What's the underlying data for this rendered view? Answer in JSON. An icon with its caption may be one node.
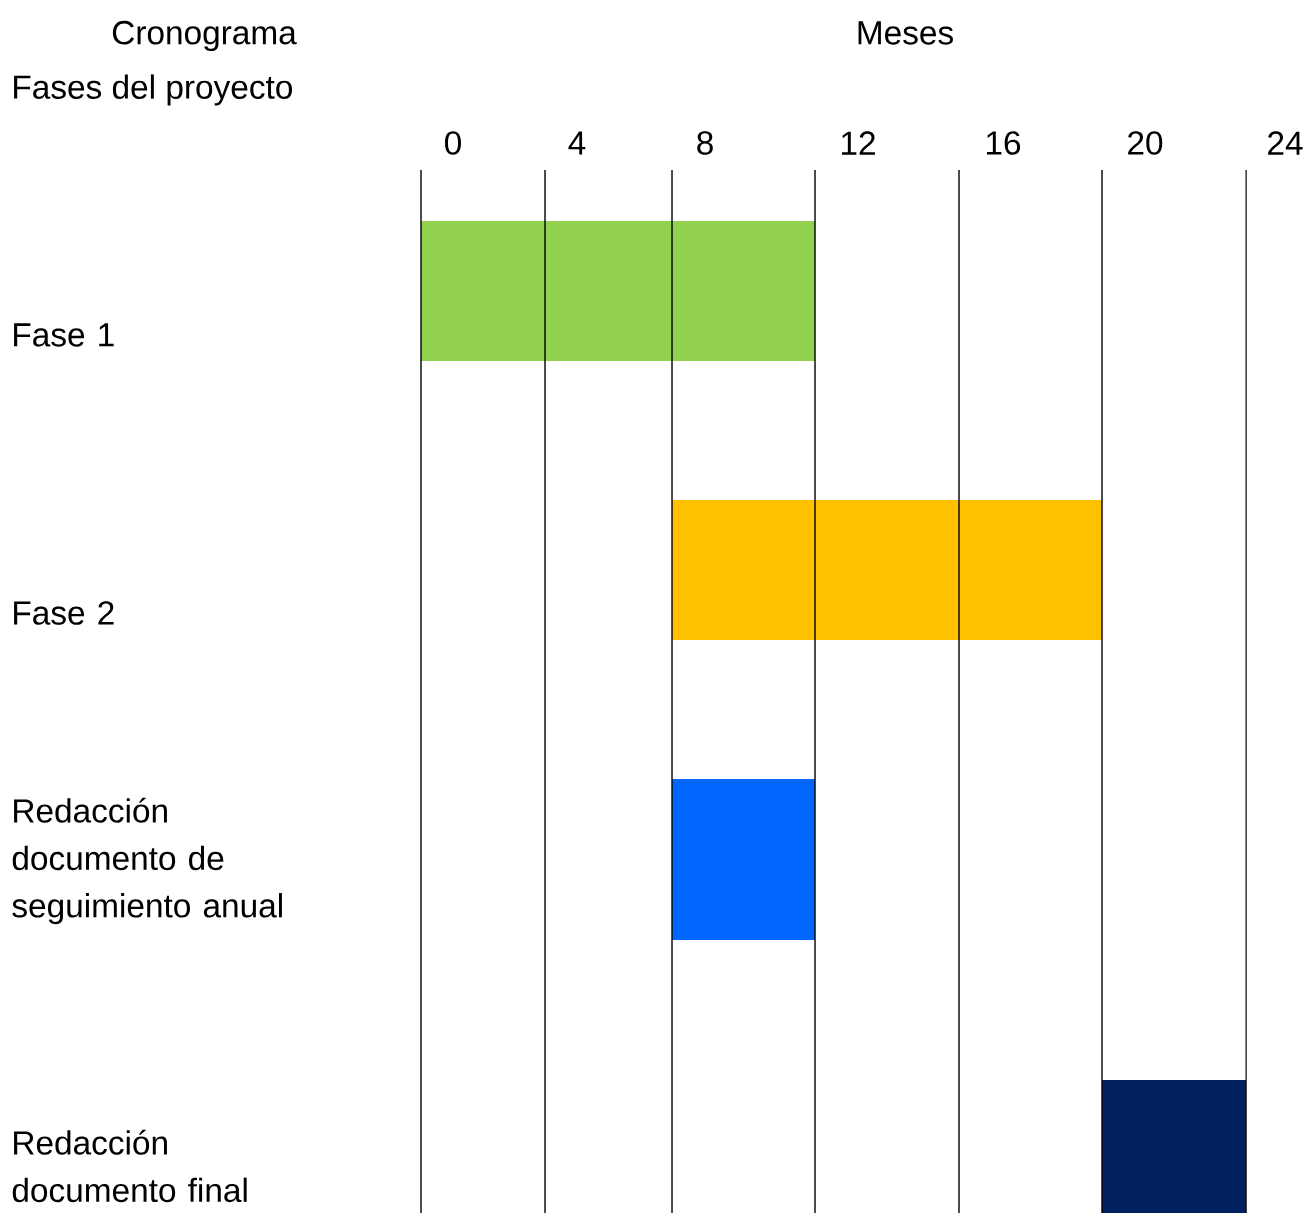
{
  "diagram": {
    "nodes": [
      {
        "text": [],
        "shape": "bar"
      },
      {
        "text": [],
        "shape": "bar"
      },
      {
        "text": [],
        "shape": "bar"
      },
      {
        "text": [],
        "shape": "bar"
      }
    ],
    "labels": [
      "Cronograma",
      "Fases del proyecto",
      "Meses",
      "0",
      "4",
      "8",
      "12",
      "16",
      "20",
      "24",
      "Fase 1",
      "Fase 2",
      "Redacción documento de seguimiento anual",
      "Redacción documento final"
    ]
  }
}
